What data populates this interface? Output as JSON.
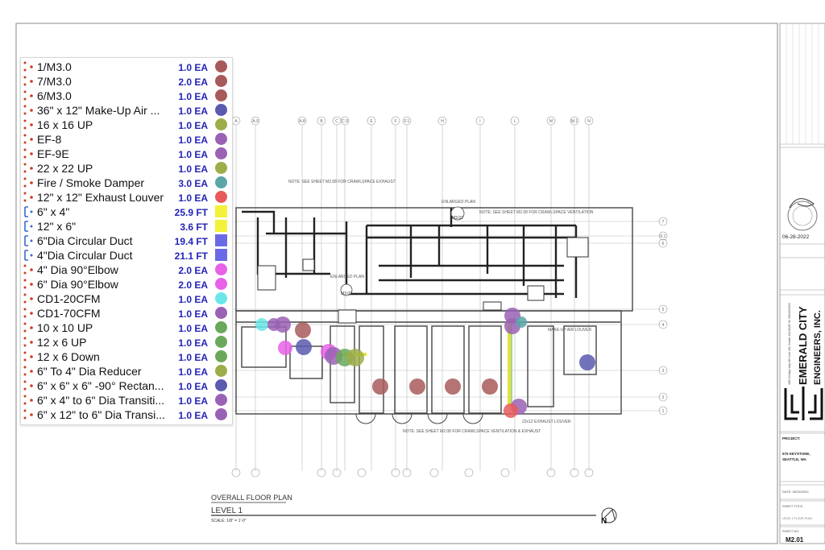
{
  "legend": {
    "items": [
      {
        "label": "1/M3.0",
        "qty": "1.0 EA",
        "color": "#a85a5a",
        "shape": "circle",
        "marker": "dots"
      },
      {
        "label": "7/M3.0",
        "qty": "2.0 EA",
        "color": "#a85a5a",
        "shape": "circle",
        "marker": "dots"
      },
      {
        "label": "6/M3.0",
        "qty": "1.0 EA",
        "color": "#a85a5a",
        "shape": "circle",
        "marker": "dots"
      },
      {
        "label": "36\"  x 12\" Make-Up Air ...",
        "qty": "1.0 EA",
        "color": "#5a5ab0",
        "shape": "circle",
        "marker": "dots"
      },
      {
        "label": "16 x 16 UP",
        "qty": "1.0 EA",
        "color": "#9cae4a",
        "shape": "circle",
        "marker": "dots"
      },
      {
        "label": "EF-8",
        "qty": "1.0 EA",
        "color": "#9a62b4",
        "shape": "circle",
        "marker": "dots"
      },
      {
        "label": "EF-9E",
        "qty": "1.0 EA",
        "color": "#9a62b4",
        "shape": "circle",
        "marker": "dots"
      },
      {
        "label": "22 x 22 UP",
        "qty": "1.0 EA",
        "color": "#9cae4a",
        "shape": "circle",
        "marker": "dots"
      },
      {
        "label": "Fire / Smoke Damper",
        "qty": "3.0 EA",
        "color": "#5aa6a8",
        "shape": "circle",
        "marker": "dots"
      },
      {
        "label": "12\" x 12\" Exhaust Louver",
        "qty": "1.0 EA",
        "color": "#e85a5a",
        "shape": "circle",
        "marker": "dots"
      },
      {
        "label": "6\" x 4\"",
        "qty": "25.9 FT",
        "color": "#f2f23a",
        "shape": "square",
        "marker": "bracket"
      },
      {
        "label": "12\" x 6\"",
        "qty": "3.6 FT",
        "color": "#f2f23a",
        "shape": "square",
        "marker": "bracket"
      },
      {
        "label": "6\"Dia Circular Duct",
        "qty": "19.4 FT",
        "color": "#6a6ae6",
        "shape": "square",
        "marker": "bracket"
      },
      {
        "label": "4\"Dia Circular Duct",
        "qty": "21.1 FT",
        "color": "#6a6ae6",
        "shape": "square",
        "marker": "bracket"
      },
      {
        "label": "4\" Dia 90°Elbow",
        "qty": "2.0 EA",
        "color": "#e862e8",
        "shape": "circle",
        "marker": "dots"
      },
      {
        "label": "6\" Dia 90°Elbow",
        "qty": "2.0 EA",
        "color": "#e862e8",
        "shape": "circle",
        "marker": "dots"
      },
      {
        "label": "CD1-20CFM",
        "qty": "1.0 EA",
        "color": "#6ae6e8",
        "shape": "circle",
        "marker": "dots"
      },
      {
        "label": "CD1-70CFM",
        "qty": "1.0 EA",
        "color": "#9a62b4",
        "shape": "circle",
        "marker": "dots"
      },
      {
        "label": "10 x 10 UP",
        "qty": "1.0 EA",
        "color": "#6aa85a",
        "shape": "circle",
        "marker": "dots"
      },
      {
        "label": "12 x 6 UP",
        "qty": "1.0 EA",
        "color": "#6aa85a",
        "shape": "circle",
        "marker": "dots"
      },
      {
        "label": "12 x 6 Down",
        "qty": "1.0 EA",
        "color": "#6aa85a",
        "shape": "circle",
        "marker": "dots"
      },
      {
        "label": "6\" To 4\" Dia Reducer",
        "qty": "1.0 EA",
        "color": "#9cae4a",
        "shape": "circle",
        "marker": "dots"
      },
      {
        "label": "6\" x 6\" x 6\" -90° Rectan...",
        "qty": "1.0 EA",
        "color": "#5a5ab0",
        "shape": "circle",
        "marker": "dots"
      },
      {
        "label": "6\" x 4\" to 6\" Dia Transiti...",
        "qty": "1.0 EA",
        "color": "#9a62b4",
        "shape": "circle",
        "marker": "dots"
      },
      {
        "label": "6\" x 12\" to 6\" Dia Transi...",
        "qty": "1.0 EA",
        "color": "#9a62b4",
        "shape": "circle",
        "marker": "dots"
      }
    ]
  },
  "plan": {
    "title": "OVERALL FLOOR PLAN",
    "level": "LEVEL 1",
    "scale": "SCALE: 1/8\" = 1'-0\"",
    "north": "N",
    "enlarged_plan_1": "ENLARGED PLAN",
    "enlarged_plan_1_ref": "M3.02",
    "enlarged_plan_2": "ENLARGED PLAN",
    "enlarged_plan_2_ref": "M3.02",
    "note_1": "NOTE: SEE SHEET M2.08 FOR CRAWLSPACE EXHAUST",
    "note_2": "NOTE: SEE SHEET M2.08 FOR CRAWLSPACE VENTILATION",
    "note_3": "NOTE: SEE SHEET M2.08 FOR CRAWLSPACE VENTILATION & EXHAUST",
    "louver_label": "22x12 EXHAUST LOUVER",
    "makeup_label": "MAKE-UP AIR LOUVER",
    "grid_top": [
      "A",
      "A.9",
      "A.8",
      "B",
      "C",
      "C.9",
      "E",
      "F",
      "F.1",
      "H",
      "I",
      "L",
      "M",
      "M.1",
      "N"
    ],
    "grid_right": [
      "7",
      "6.1",
      "6",
      "5",
      "4",
      "3",
      "2",
      "1"
    ]
  },
  "title_block": {
    "company_line1": "EMERALD CITY",
    "company_line2": "ENGINEERS, INC.",
    "address": "4000 Delridge Way SW Suite 200, Seattle, WA 98106  Tel: 206.000.0000",
    "project_label": "PROJECT:",
    "project_name": "575 KEYSTONE,",
    "project_city": "SEATTLE, WA",
    "stamp_date": "06-28-2022",
    "date_label": "DATE: 06/28/2022",
    "sheet_title_label": "SHEET TITLE:",
    "sheet_title": "LEVEL 1 FLOOR PLAN",
    "sheet_no_label": "SHEET NO.",
    "sheet_no": "M2.01"
  }
}
